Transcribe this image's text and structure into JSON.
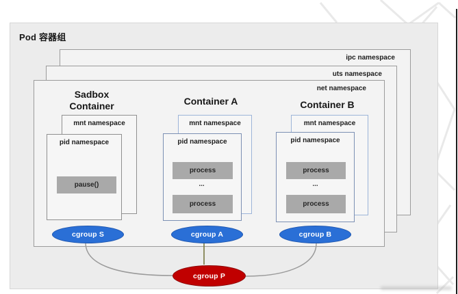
{
  "pod": {
    "label": "Pod 容器组"
  },
  "namespace_labels": {
    "ipc": "ipc namespace",
    "uts": "uts namespace",
    "net": "net namespace"
  },
  "sandbox": {
    "title1": "Sadbox",
    "title2": "Container",
    "mnt": "mnt namespace",
    "pid": "pid namespace",
    "process": "pause()",
    "cgroup": "cgroup S"
  },
  "container_a": {
    "title": "Container A",
    "mnt": "mnt namespace",
    "pid": "pid namespace",
    "process1": "process",
    "dots": "...",
    "process2": "process",
    "cgroup": "cgroup A"
  },
  "container_b": {
    "title": "Container B",
    "mnt": "mnt namespace",
    "pid": "pid namespace",
    "process1": "process",
    "dots": "...",
    "process2": "process",
    "cgroup": "cgroup B"
  },
  "pod_cgroup": {
    "label": "cgroup P"
  },
  "colors": {
    "cgroup_blue": "#2a6fd6",
    "cgroup_red": "#c00000",
    "link_gray": "#9a9a9a",
    "link_olive": "#6e6e35",
    "mnt_border_blue": "#9cb4d8",
    "pid_border_blue": "#7b8fb3",
    "sandbox_border_gray": "#8f8f8f",
    "process_fill": "#a9a9a9"
  }
}
